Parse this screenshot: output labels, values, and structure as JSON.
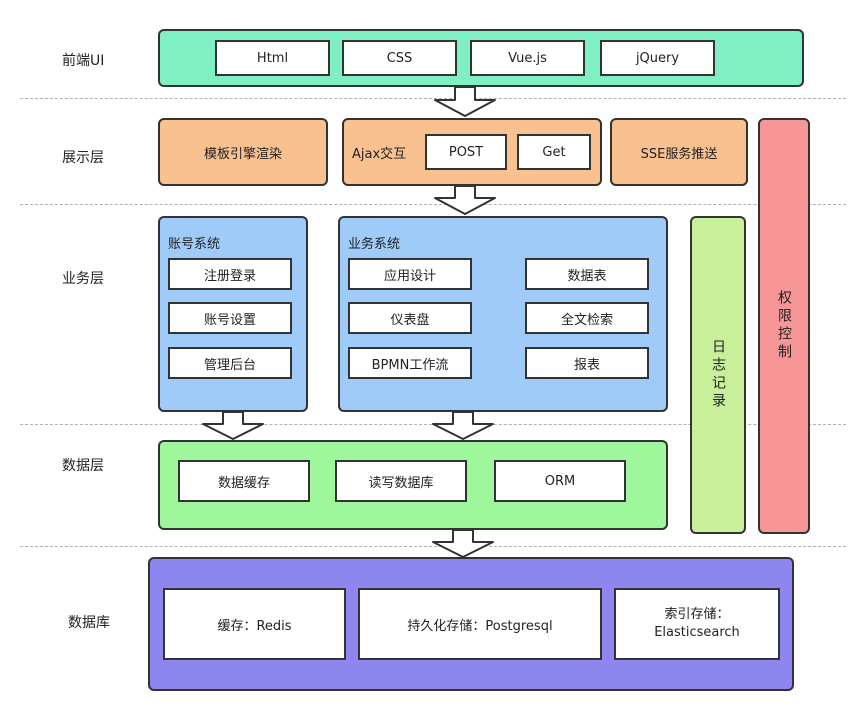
{
  "layers": {
    "frontend": "前端UI",
    "display": "展示层",
    "business": "业务层",
    "data": "数据层",
    "database": "数据库"
  },
  "frontend": {
    "items": [
      "Html",
      "CSS",
      "Vue.js",
      "jQuery"
    ]
  },
  "display": {
    "template": "模板引擎渲染",
    "ajax": {
      "label": "Ajax交互",
      "post": "POST",
      "get": "Get"
    },
    "sse": "SSE服务推送"
  },
  "account": {
    "title": "账号系统",
    "items": [
      "注册登录",
      "账号设置",
      "管理后台"
    ]
  },
  "business": {
    "title": "业务系统",
    "left": [
      "应用设计",
      "仪表盘",
      "BPMN工作流"
    ],
    "right": [
      "数据表",
      "全文检索",
      "报表"
    ]
  },
  "log": "日志记录",
  "permission": "权限控制",
  "data_layer": {
    "items": [
      "数据缓存",
      "读写数据库",
      "ORM"
    ]
  },
  "database": {
    "cache": "缓存：Redis",
    "persist": "持久化存储：Postgresql",
    "index_line1": "索引存储：",
    "index_line2": "Elasticsearch"
  },
  "colors": {
    "frontend": "#7ef0c3",
    "display": "#f9c18f",
    "business": "#9fcbf9",
    "data": "#9ef79a",
    "database": "#8d86ef",
    "log": "#c8f09a",
    "permission": "#f79696"
  }
}
